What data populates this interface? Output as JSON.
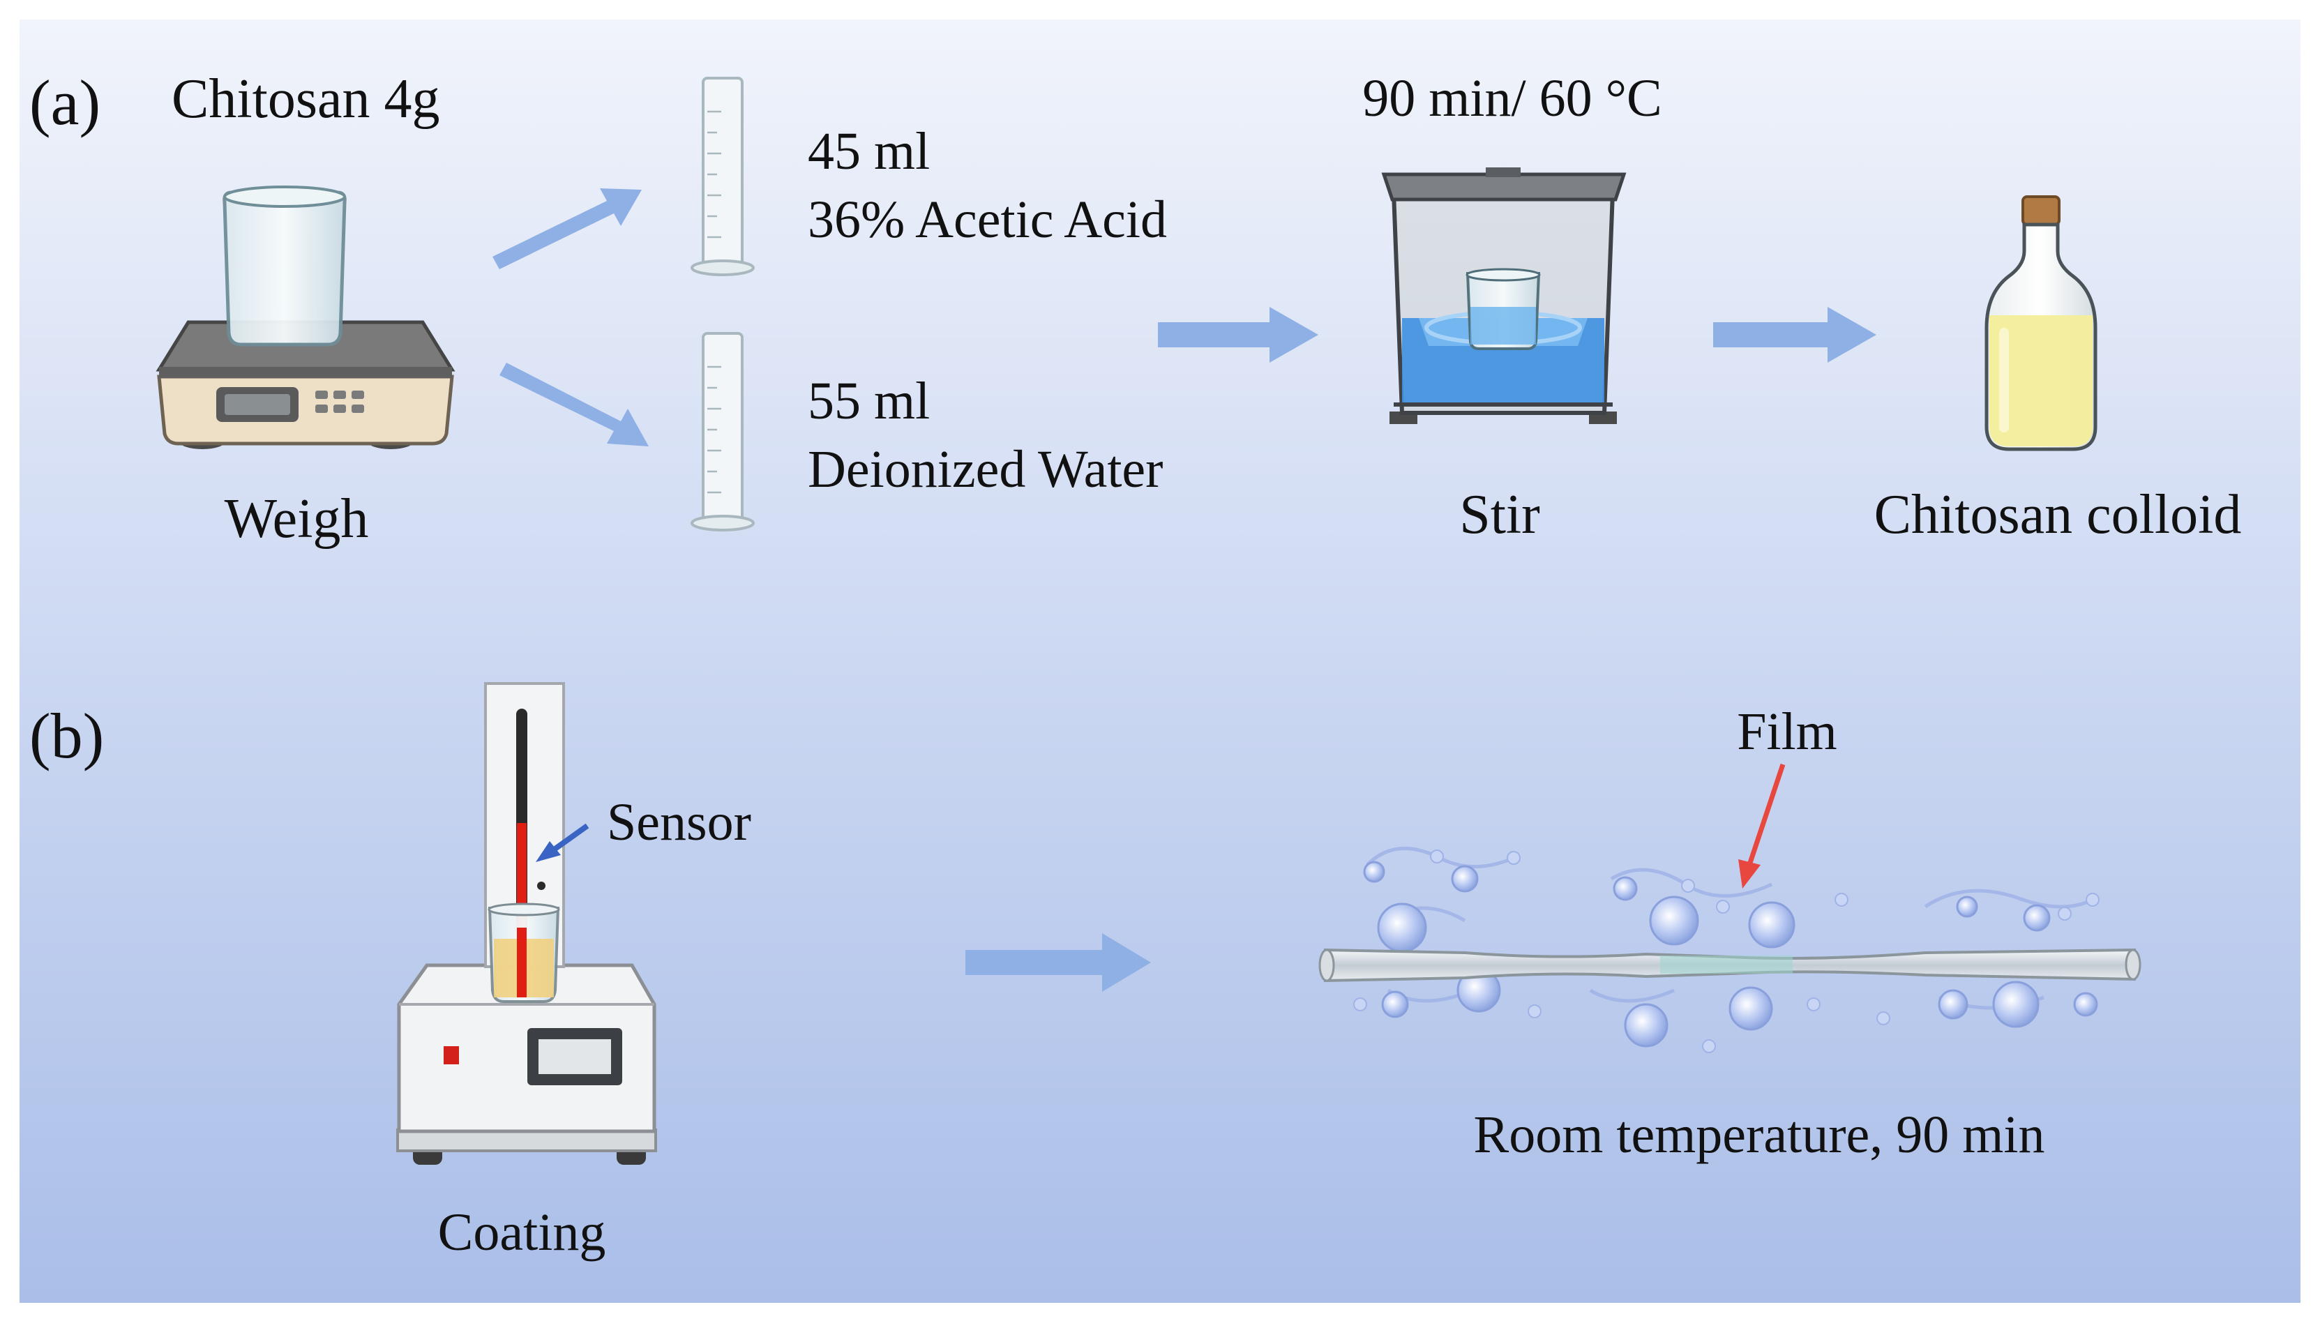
{
  "panel_a": {
    "tag": "(a)",
    "weigh": {
      "amount": "Chitosan 4g",
      "caption": "Weigh"
    },
    "acid": {
      "volume": "45 ml",
      "name": "36% Acetic Acid"
    },
    "water": {
      "volume": "55 ml",
      "name": "Deionized Water"
    },
    "stir": {
      "condition": "90 min/ 60 °C",
      "caption": "Stir"
    },
    "product": {
      "caption": "Chitosan colloid"
    }
  },
  "panel_b": {
    "tag": "(b)",
    "sensor_label": "Sensor",
    "coating_caption": "Coating",
    "film_label": "Film",
    "drying_caption": "Room temperature, 90 min"
  },
  "colors": {
    "background_top": "#f1f4fb",
    "background_bottom": "#aabee8",
    "flow_arrow": "#8fb0e4",
    "film_arrow": "#e8473f",
    "sensor_arrow": "#3a64c4",
    "water_bath": "#3f8fe0",
    "colloid": "#f3ee9a"
  }
}
